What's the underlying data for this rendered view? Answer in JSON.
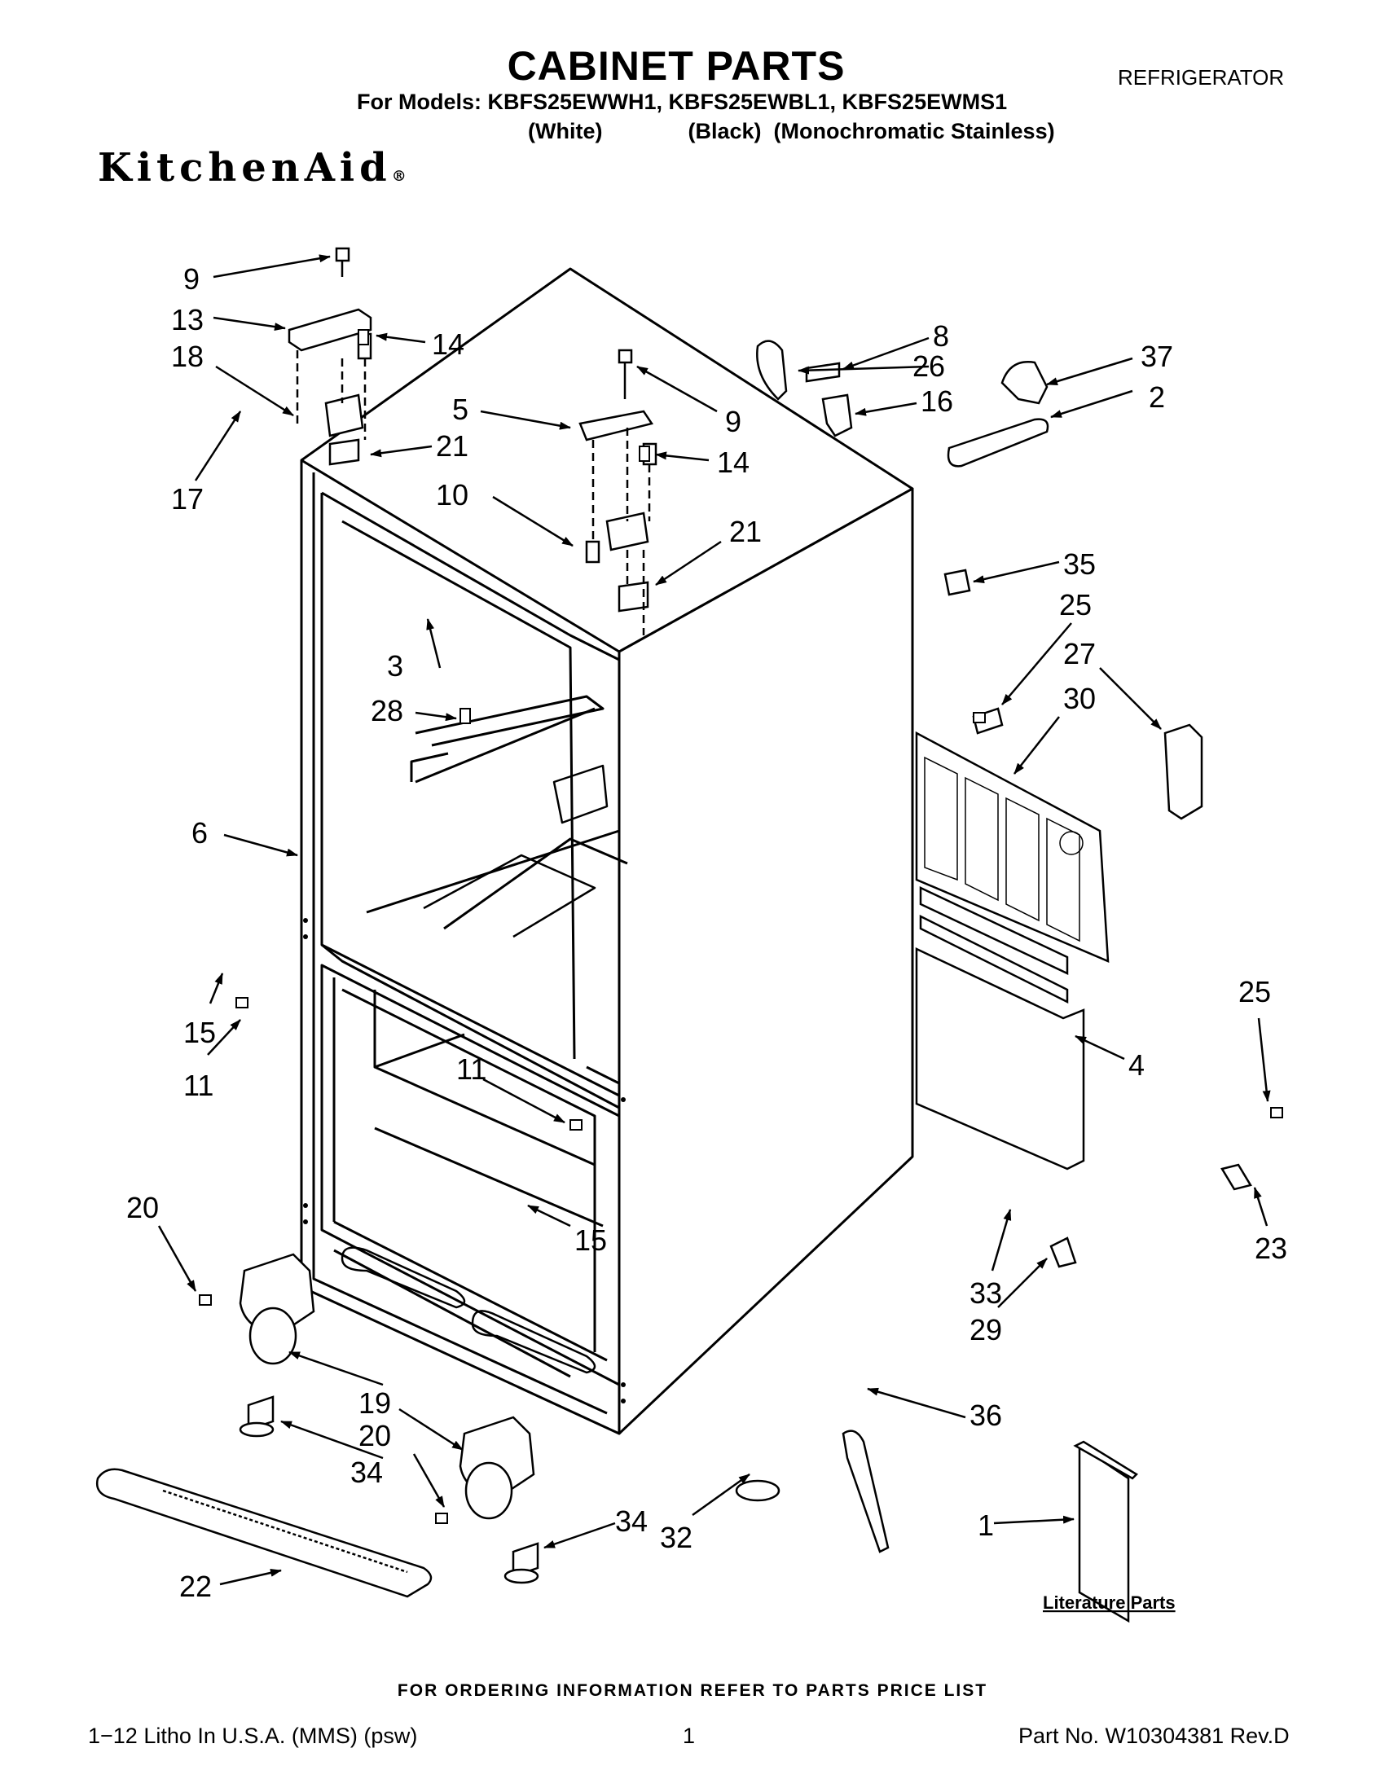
{
  "header": {
    "title": "CABINET PARTS",
    "category": "REFRIGERATOR",
    "models": "For Models: KBFS25EWWH1, KBFS25EWBL1, KBFS25EWMS1",
    "variants": "(White)              (Black)  (Monochromatic Stainless)",
    "brand": "KitchenAid",
    "brand_mark": "®"
  },
  "diagram": {
    "callouts": [
      "9",
      "13",
      "14",
      "18",
      "21",
      "17",
      "5",
      "9",
      "14",
      "10",
      "21",
      "8",
      "26",
      "16",
      "37",
      "2",
      "35",
      "25",
      "27",
      "30",
      "3",
      "28",
      "6",
      "4",
      "15",
      "11",
      "11",
      "15",
      "25",
      "23",
      "20",
      "33",
      "29",
      "19",
      "20",
      "34",
      "36",
      "34",
      "32",
      "1",
      "22"
    ],
    "literature_label": "Literature Parts"
  },
  "footer": {
    "ordering": "FOR ORDERING INFORMATION REFER TO PARTS PRICE LIST",
    "litho": "1−12 Litho In U.S.A. (MMS) (psw)",
    "page": "1",
    "part_no": "Part No. W10304381 Rev.D"
  }
}
